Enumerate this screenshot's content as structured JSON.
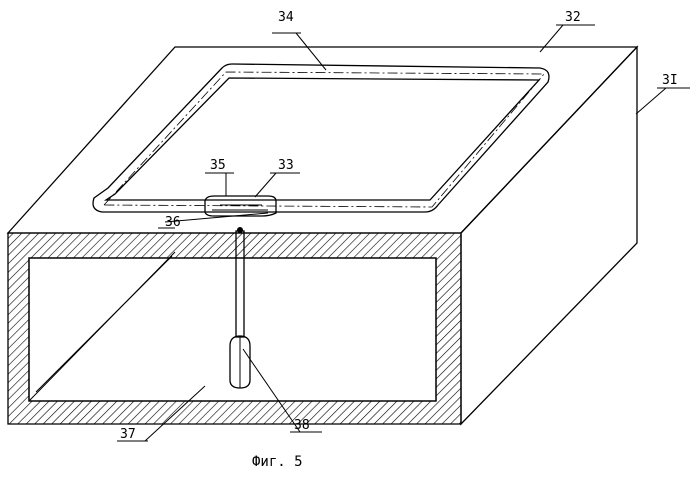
{
  "labels": {
    "l31": "3I",
    "l32": "32",
    "l33": "33",
    "l34": "34",
    "l35": "35",
    "l36": "36",
    "l37": "37",
    "l38": "38"
  },
  "caption": "Фиг. 5"
}
